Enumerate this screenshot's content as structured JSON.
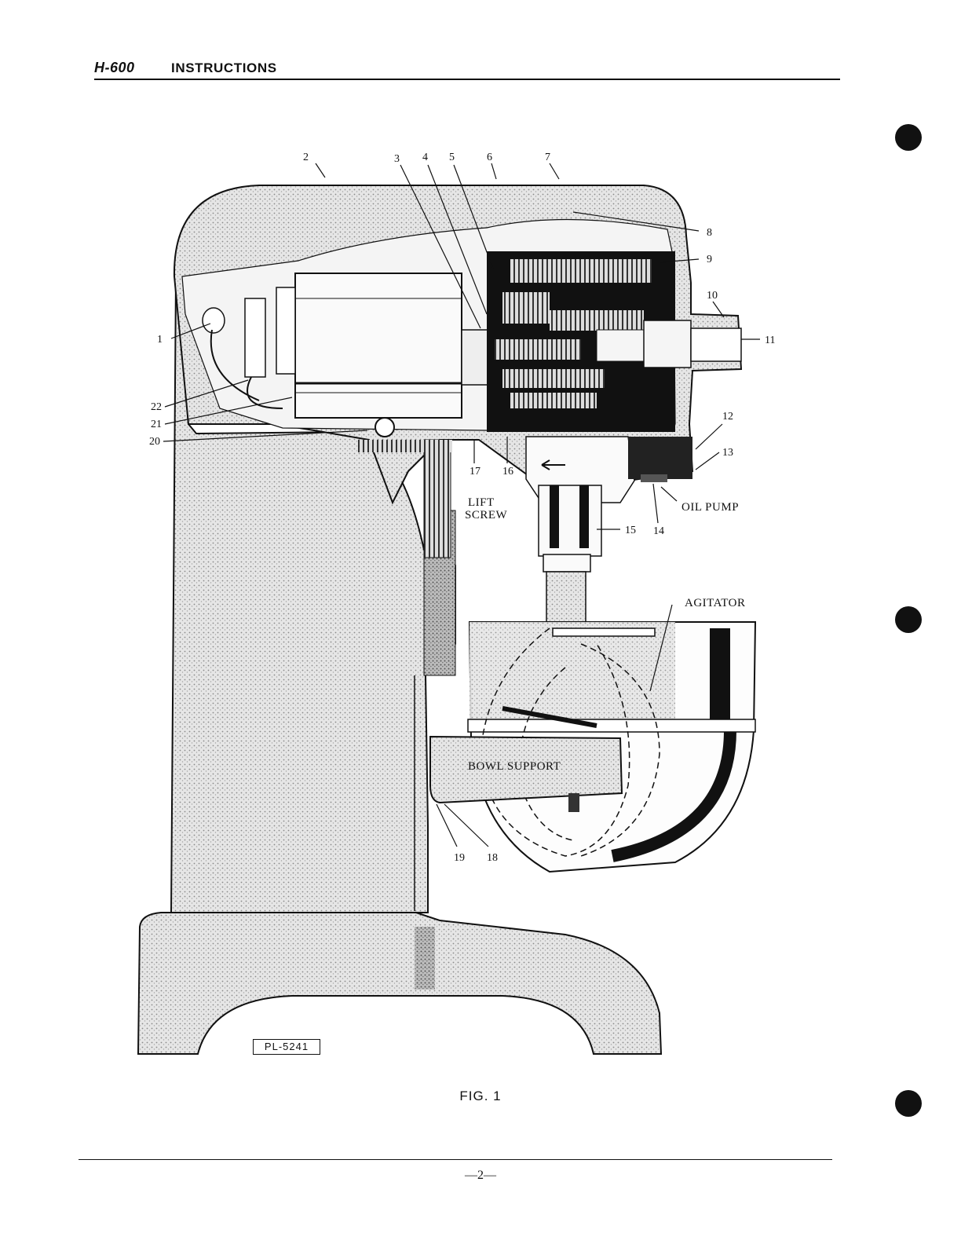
{
  "header": {
    "model": "H-600",
    "section": "INSTRUCTIONS"
  },
  "figure": {
    "caption": "FIG. 1",
    "plate_id": "PL-5241",
    "callouts": [
      "1",
      "2",
      "3",
      "4",
      "5",
      "6",
      "7",
      "8",
      "9",
      "10",
      "11",
      "12",
      "13",
      "14",
      "15",
      "16",
      "17",
      "18",
      "19",
      "20",
      "21",
      "22"
    ],
    "labels": {
      "lift_screw_line1": "LIFT",
      "lift_screw_line2": "SCREW",
      "oil_pump": "OIL PUMP",
      "agitator": "AGITATOR",
      "bowl_support": "BOWL SUPPORT"
    }
  },
  "footer": {
    "page_number": "—2—"
  },
  "colors": {
    "ink": "#111111",
    "paper": "#ffffff",
    "stipple": "#9a9a9a"
  }
}
